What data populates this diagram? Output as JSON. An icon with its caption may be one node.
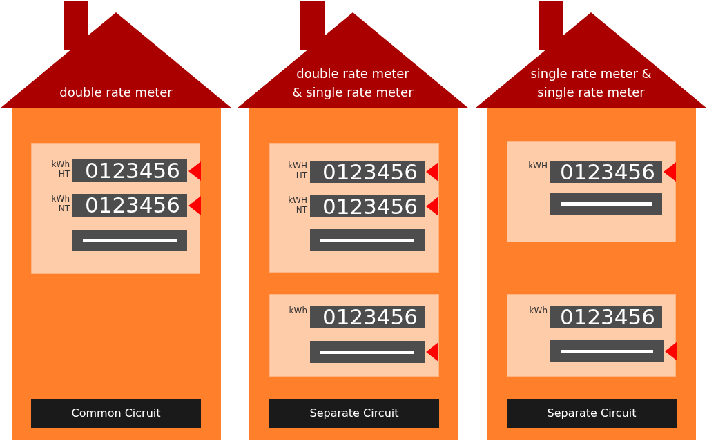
{
  "diagram": {
    "nodes": [
      {
        "text": [
          "double rate meter"
        ]
      },
      {
        "text": [],
        "shape": "box",
        "in": 0
      },
      {
        "text": [
          "0123456"
        ],
        "in": 1,
        "beside": [
          "kWh HT"
        ]
      },
      {
        "text": [
          "0123456"
        ],
        "in": 1,
        "beside": [
          "kWh NT"
        ]
      },
      {
        "text": [],
        "shape": "bar",
        "in": 1
      },
      {
        "text": [
          "Common Cicruit"
        ],
        "in": 0
      },
      {
        "text": [
          "double rate meter & single rate meter"
        ]
      },
      {
        "text": [],
        "shape": "box",
        "in": 6
      },
      {
        "text": [
          "0123456"
        ],
        "in": 7,
        "beside": [
          "kWH HT"
        ]
      },
      {
        "text": [
          "0123456"
        ],
        "in": 7,
        "beside": [
          "kWH NT"
        ]
      },
      {
        "text": [],
        "shape": "bar",
        "in": 7
      },
      {
        "text": [],
        "shape": "box",
        "in": 6
      },
      {
        "text": [
          "0123456"
        ],
        "in": 11,
        "beside": [
          "kWh"
        ]
      },
      {
        "text": [],
        "shape": "bar",
        "in": 11
      },
      {
        "text": [
          "Separate Circuit"
        ],
        "in": 6
      },
      {
        "text": [
          "single rate meter & single rate meter"
        ]
      },
      {
        "text": [],
        "shape": "box",
        "in": 15
      },
      {
        "text": [
          "0123456"
        ],
        "in": 16,
        "beside": [
          "kWH"
        ]
      },
      {
        "text": [],
        "shape": "bar",
        "in": 16
      },
      {
        "text": [],
        "shape": "box",
        "in": 15
      },
      {
        "text": [
          "0123456"
        ],
        "in": 19,
        "beside": [
          "kWh"
        ]
      },
      {
        "text": [],
        "shape": "bar",
        "in": 19
      },
      {
        "text": [
          "Separate Circuit"
        ],
        "in": 15
      }
    ]
  }
}
